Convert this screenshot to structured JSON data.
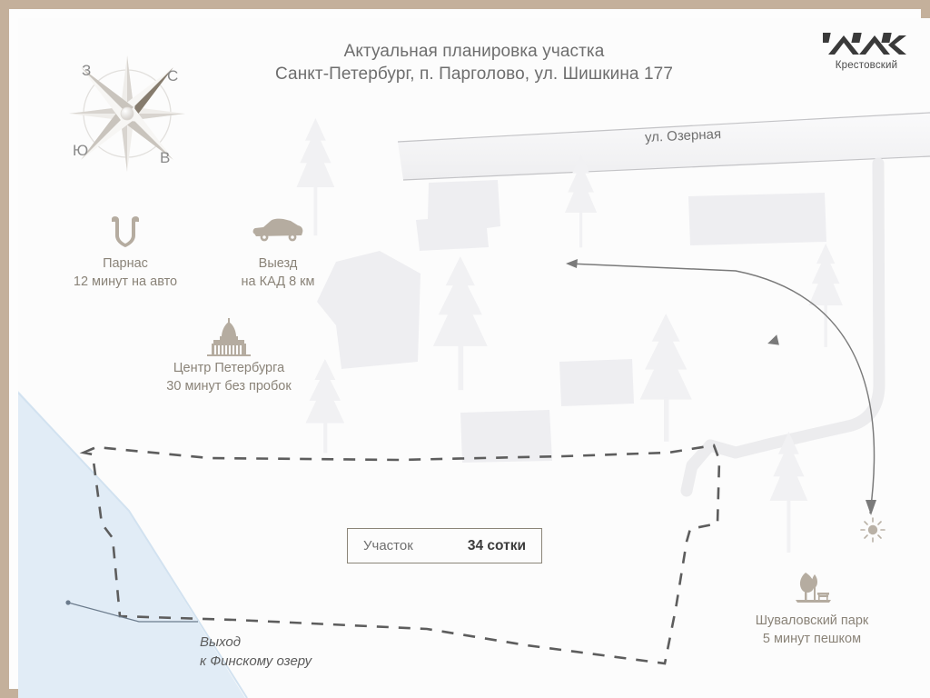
{
  "frame": {
    "border_color": "#c4b09b",
    "background": "#fcfcfc"
  },
  "header": {
    "title_line1": "Актуальная планировка участка",
    "title_line2": "Санкт-Петербург, п. Парголово, ул. Шишкина 177",
    "title_color": "#6e6e6e"
  },
  "logo": {
    "name": "Крестовский",
    "mark": "roofline-zigzag-mark",
    "color": "#3a3a3a"
  },
  "compass": {
    "name": "compass-rose",
    "west": "З",
    "north": "С",
    "south": "Ю",
    "east": "В",
    "label_color": "#8a8a8a"
  },
  "pois": [
    {
      "id": "parnas",
      "icon": "metro-icon",
      "line1": "Парнас",
      "line2": "12 минут на авто"
    },
    {
      "id": "kad",
      "icon": "car-icon",
      "line1": "Выезд",
      "line2": "на КАД 8 км"
    },
    {
      "id": "center",
      "icon": "cathedral-icon",
      "line1": "Центр Петербурга",
      "line2": "30 минут без пробок"
    },
    {
      "id": "park",
      "icon": "park-tree-bench-icon",
      "line1": "Шуваловский парк",
      "line2": "5 минут пешком"
    }
  ],
  "poi_text_color": "#8a8378",
  "plot": {
    "label_key": "Участок",
    "label_value": "34 сотки",
    "outline_color": "#5d5d5d",
    "outline_style": "dashed"
  },
  "road": {
    "label": "ул. Озерная",
    "band_color": "#f4f4f5",
    "edge_color": "#b9b9bb"
  },
  "driveway": {
    "color": "#ececee"
  },
  "water": {
    "name": "finskoe-lake",
    "color": "#dce9f4"
  },
  "exit_callout": {
    "line1": "Выход",
    "line2": "к Финскому озеру",
    "leader_color": "#6b7b8c"
  },
  "sun_path": {
    "start_icon": "sun-icon",
    "end_icon": "moon-crescent-icon",
    "arrow_color": "#7a7a7a",
    "icon_color": "#b9b1a6"
  },
  "scenery": {
    "tree_color": "#f1f1f3",
    "building_color": "#eeeef1"
  }
}
